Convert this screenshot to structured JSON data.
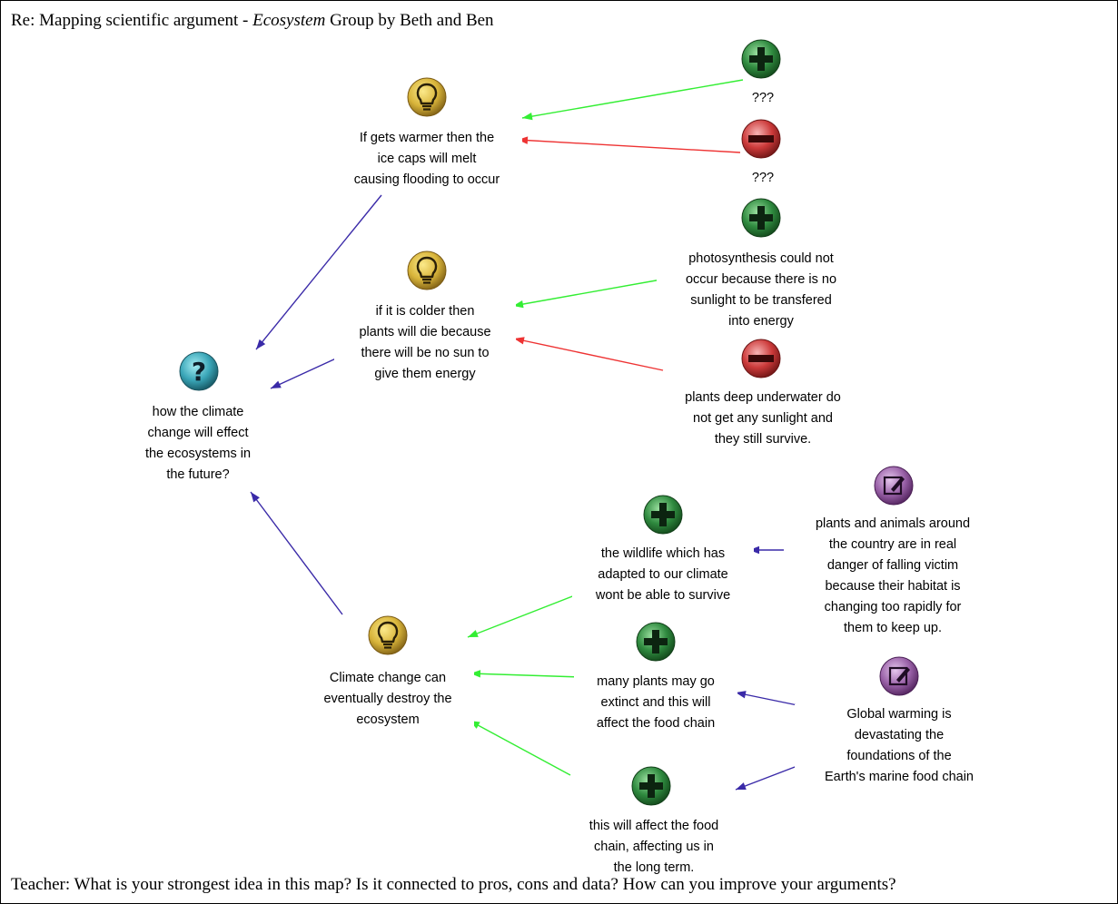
{
  "header": {
    "prefix": "Re: Mapping scientific  argument - ",
    "group_name": "Ecosystem",
    "suffix": " Group by Beth and Ben"
  },
  "footer": {
    "teacher_prompt": "Teacher: What is your strongest idea in this map? Is it  connected to pros, cons and data?  How can you improve your arguments?"
  },
  "colors": {
    "supports_arrow": "#33ee33",
    "opposes_arrow": "#ee3333",
    "links_arrow": "#3a2aa8",
    "idea_icon": "#d8b43a",
    "question_icon": "#3aa6b8",
    "pro_icon": "#2f8a3f",
    "con_icon": "#cc3a3a",
    "note_icon": "#8a4a9a"
  },
  "nodes": {
    "question": {
      "icon": "question-icon",
      "lines": [
        "how the climate",
        "change will effect",
        "the ecosystems in",
        "the future?"
      ]
    },
    "idea_warmer": {
      "icon": "lightbulb-icon",
      "lines": [
        "If gets warmer then the",
        "ice caps will melt",
        "causing flooding to occur"
      ]
    },
    "idea_colder": {
      "icon": "lightbulb-icon",
      "lines": [
        "if it is colder then",
        "plants will die because",
        "there will be no sun to",
        "give them energy"
      ]
    },
    "idea_destroy": {
      "icon": "lightbulb-icon",
      "lines": [
        "Climate change can",
        "eventually destroy the",
        "ecosystem"
      ]
    },
    "pro_unknown": {
      "icon": "plus-icon",
      "lines": [
        "???"
      ]
    },
    "con_unknown": {
      "icon": "minus-icon",
      "lines": [
        "???"
      ]
    },
    "pro_photosynthesis": {
      "icon": "plus-icon",
      "lines": [
        "photosynthesis could not",
        "occur because there is no",
        "sunlight to be transfered",
        "into energy"
      ]
    },
    "con_underwater": {
      "icon": "minus-icon",
      "lines": [
        "plants deep underwater do",
        "not get any sunlight and",
        "they still survive."
      ]
    },
    "pro_wildlife": {
      "icon": "plus-icon",
      "lines": [
        "the wildlife which has",
        "adapted to our climate",
        "wont be able to survive"
      ]
    },
    "pro_plants_extinct": {
      "icon": "plus-icon",
      "lines": [
        "many plants may go",
        "extinct and this will",
        "affect the food chain"
      ]
    },
    "pro_food_chain": {
      "icon": "plus-icon",
      "lines": [
        "this will affect the food",
        "chain, affecting us in",
        "the long term."
      ]
    },
    "note_habitat": {
      "icon": "note-icon",
      "lines": [
        "plants and animals around",
        "the country are in real",
        "danger of falling victim",
        "because their habitat is",
        "changing too rapidly for",
        "them to keep up."
      ]
    },
    "note_global_warming": {
      "icon": "note-icon",
      "lines": [
        "Global warming is",
        "devastating the",
        "foundations of the",
        "Earth's marine food chain"
      ]
    }
  },
  "links": [
    {
      "from": "pro_unknown",
      "to": "idea_warmer",
      "type": "supports"
    },
    {
      "from": "con_unknown",
      "to": "idea_warmer",
      "type": "opposes"
    },
    {
      "from": "pro_photosynthesis",
      "to": "idea_colder",
      "type": "supports"
    },
    {
      "from": "con_underwater",
      "to": "idea_colder",
      "type": "opposes"
    },
    {
      "from": "idea_warmer",
      "to": "question",
      "type": "links"
    },
    {
      "from": "idea_colder",
      "to": "question",
      "type": "links"
    },
    {
      "from": "idea_destroy",
      "to": "question",
      "type": "links"
    },
    {
      "from": "pro_wildlife",
      "to": "idea_destroy",
      "type": "supports"
    },
    {
      "from": "pro_plants_extinct",
      "to": "idea_destroy",
      "type": "supports"
    },
    {
      "from": "pro_food_chain",
      "to": "idea_destroy",
      "type": "supports"
    },
    {
      "from": "note_habitat",
      "to": "pro_wildlife",
      "type": "links"
    },
    {
      "from": "note_global_warming",
      "to": "pro_plants_extinct",
      "type": "links"
    },
    {
      "from": "note_global_warming",
      "to": "pro_food_chain",
      "type": "links"
    }
  ]
}
